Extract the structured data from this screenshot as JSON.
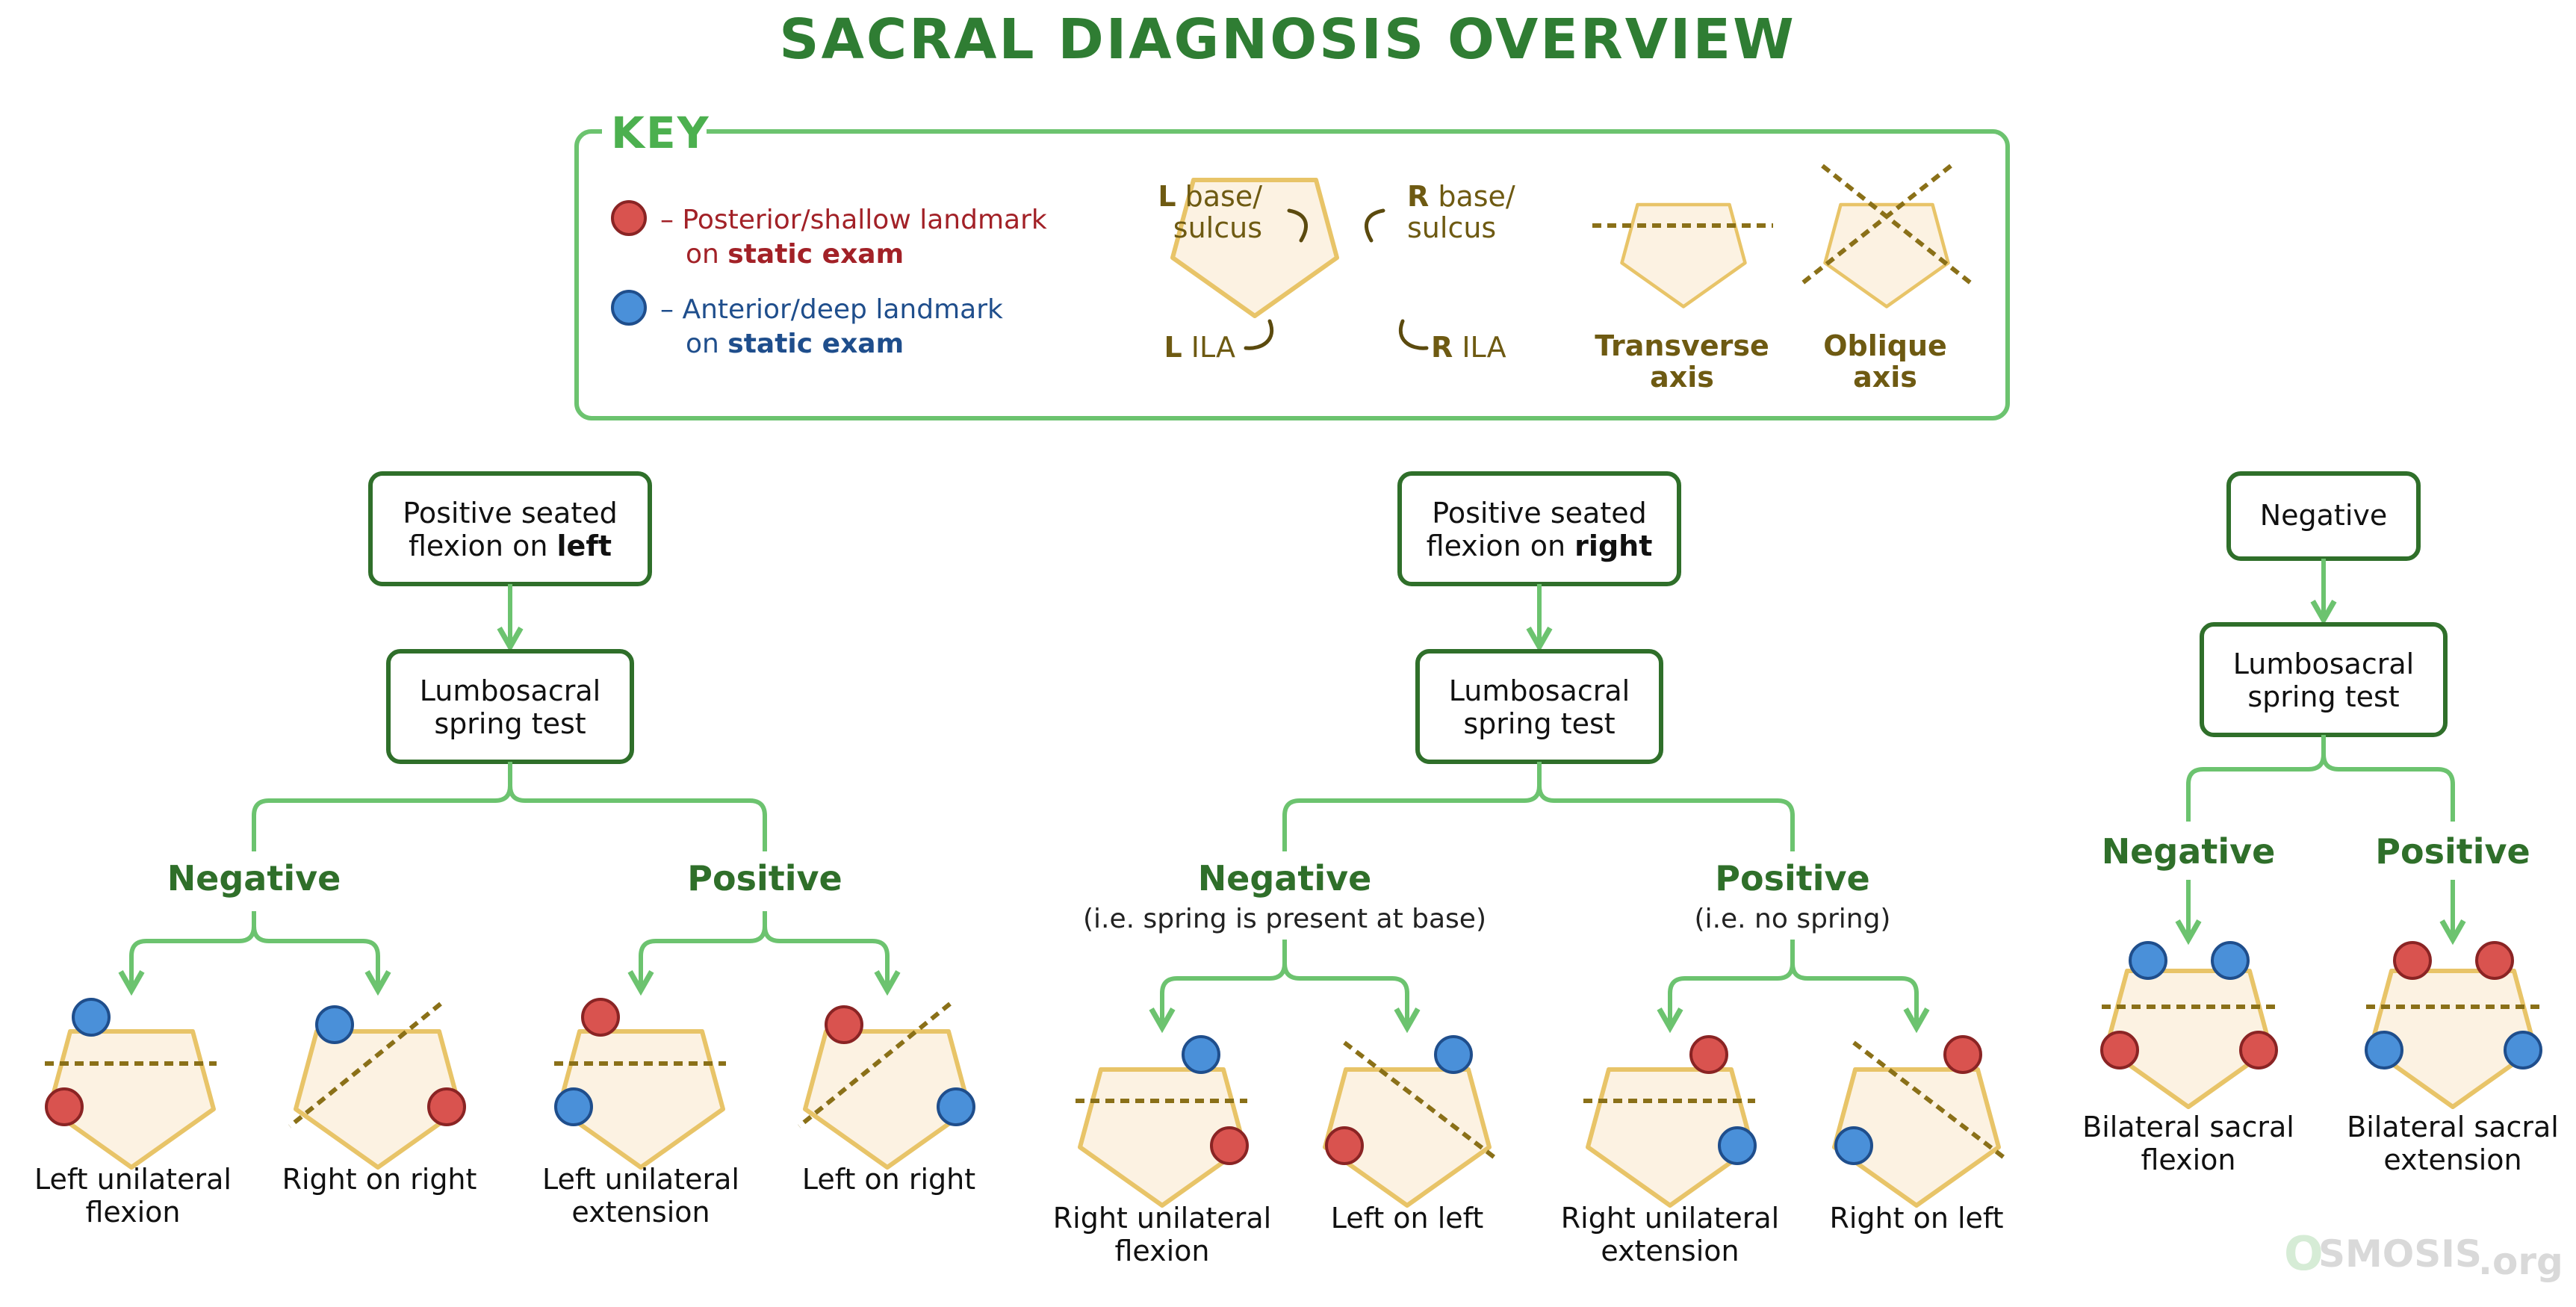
{
  "title": "SACRAL DIAGNOSIS OVERVIEW",
  "key": {
    "label": "KEY",
    "red_line1": "– Posterior/shallow landmark",
    "red_line2_pre": "on ",
    "red_line2_bold": "static exam",
    "blue_line1": "– Anterior/deep landmark",
    "blue_line2_pre": "on ",
    "blue_line2_bold": "static exam",
    "l_base_letter": "L",
    "l_base_rest": " base/",
    "l_sulcus": "sulcus",
    "r_base_letter": "R",
    "r_base_rest": " base/",
    "r_sulcus": "sulcus",
    "l_ila_letter": "L",
    "l_ila_rest": " ILA",
    "r_ila_letter": "R",
    "r_ila_rest": " ILA",
    "transverse_1": "Transverse",
    "transverse_2": "axis",
    "oblique_1": "Oblique",
    "oblique_2": "axis"
  },
  "col1": {
    "top_1": "Positive seated",
    "top_2_pre": "flexion on ",
    "top_2_bold": "left",
    "test_1": "Lumbosacral",
    "test_2": "spring test",
    "neg": "Negative",
    "pos": "Positive",
    "d1_1": "Left unilateral",
    "d1_2": "flexion",
    "d2_1": "Right on right",
    "d3_1": "Left unilateral",
    "d3_2": "extension",
    "d4_1": "Left on right"
  },
  "col2": {
    "top_1": "Positive seated",
    "top_2_pre": "flexion on ",
    "top_2_bold": "right",
    "test_1": "Lumbosacral",
    "test_2": "spring test",
    "neg": "Negative",
    "neg_note": "(i.e. spring is present at base)",
    "pos": "Positive",
    "pos_note": "(i.e. no spring)",
    "d1_1": "Right unilateral",
    "d1_2": "flexion",
    "d2_1": "Left on left",
    "d3_1": "Right unilateral",
    "d3_2": "extension",
    "d4_1": "Right on left"
  },
  "col3": {
    "top_1": "Negative",
    "test_1": "Lumbosacral",
    "test_2": "spring test",
    "neg": "Negative",
    "pos": "Positive",
    "d1_1": "Bilateral sacral",
    "d1_2": "flexion",
    "d2_1": "Bilateral sacral",
    "d2_2": "extension"
  },
  "logo": {
    "o": "O",
    "text": "SMOSIS",
    "suffix": ".org"
  },
  "colors": {
    "green_dark": "#2f6f2a",
    "green_light": "#6cc36f",
    "red_dot": "#d9534f",
    "blue_dot": "#4a90d9",
    "olive": "#7a6418",
    "sacrum_fill": "#fcf2e2",
    "sacrum_stroke": "#e8c468"
  }
}
